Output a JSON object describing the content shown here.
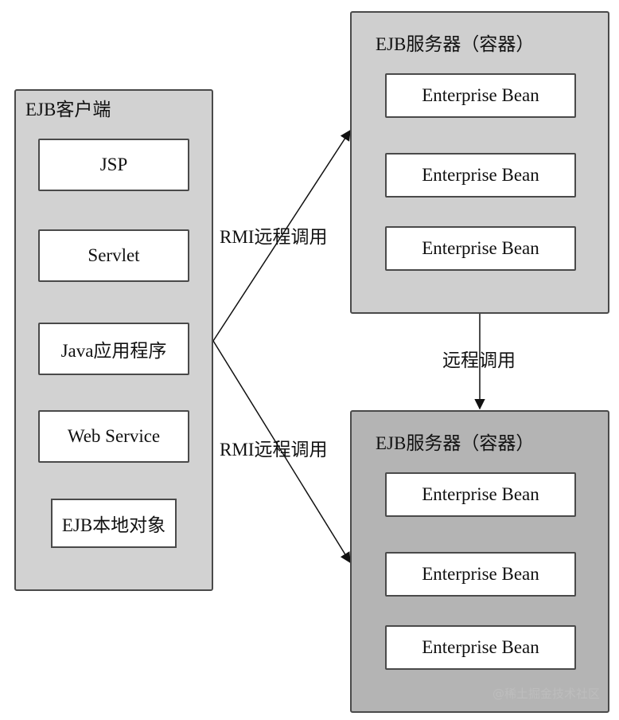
{
  "client": {
    "title": "EJB客户端",
    "items": [
      "JSP",
      "Servlet",
      "Java应用程序",
      "Web Service",
      "EJB本地对象"
    ]
  },
  "servers": [
    {
      "title": "EJB服务器（容器）",
      "beans": [
        "Enterprise Bean",
        "Enterprise Bean",
        "Enterprise Bean"
      ]
    },
    {
      "title": "EJB服务器（容器）",
      "beans": [
        "Enterprise Bean",
        "Enterprise Bean",
        "Enterprise Bean"
      ]
    }
  ],
  "edges": {
    "rmi_top": "RMI远程调用",
    "rmi_bottom": "RMI远程调用",
    "remote_call": "远程调用"
  },
  "watermark": "@稀土掘金技术社区",
  "colors": {
    "client_panel": "#d2d2d2",
    "server1_panel": "#cfcfcf",
    "server2_panel": "#b4b4b4",
    "box_fill": "#ffffff",
    "stroke": "#111111"
  }
}
